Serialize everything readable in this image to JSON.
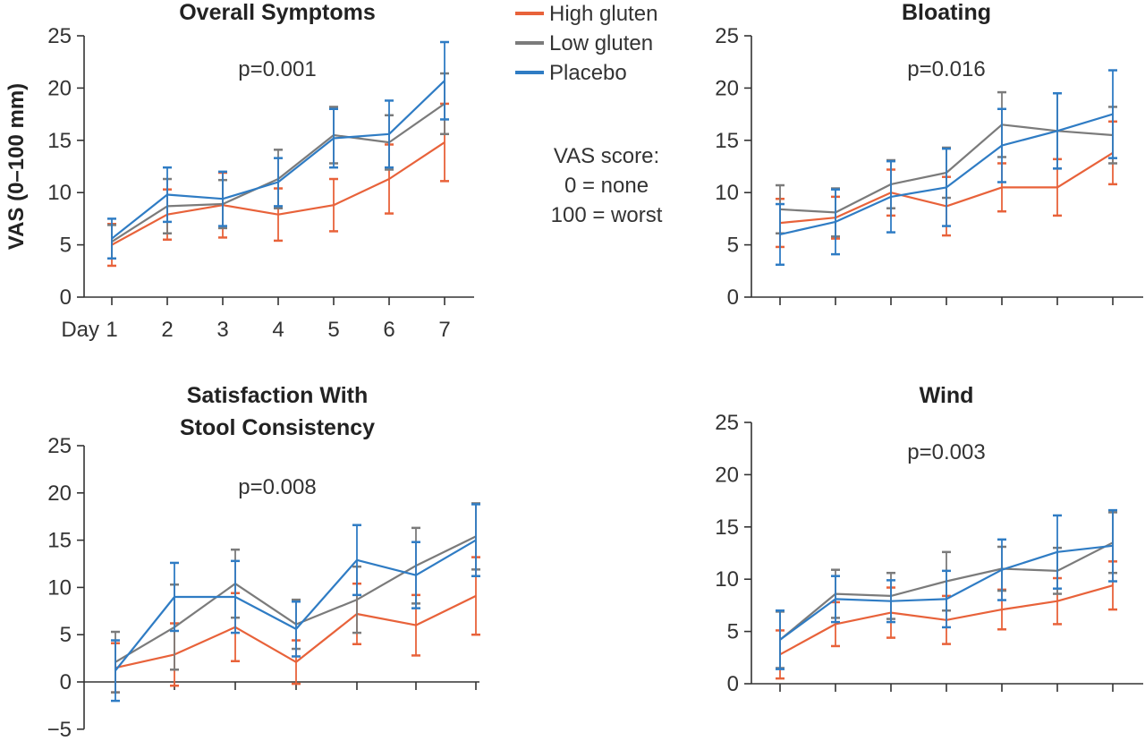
{
  "legend": [
    {
      "name": "High gluten",
      "color": "#e8623a"
    },
    {
      "name": "Low gluten",
      "color": "#7b7b7b"
    },
    {
      "name": "Placebo",
      "color": "#2f7cc4"
    }
  ],
  "y_axis_title": "VAS (0–100 mm)",
  "x_axis_prefix": "Day",
  "note": [
    "VAS score:",
    "0 = none",
    "100 = worst"
  ],
  "chart_data": [
    {
      "type": "line",
      "title": "Overall Symptoms",
      "pvalue": "p=0.001",
      "ylim": [
        0,
        25
      ],
      "yticks": [
        0,
        5,
        10,
        15,
        20,
        25
      ],
      "x": [
        1,
        2,
        3,
        4,
        5,
        6,
        7
      ],
      "xtick_labels": [
        "1",
        "2",
        "3",
        "4",
        "5",
        "6",
        "7"
      ],
      "series": [
        {
          "name": "High gluten",
          "values": [
            5.0,
            7.9,
            8.8,
            7.9,
            8.8,
            11.3,
            14.8
          ],
          "errors": [
            2.0,
            2.4,
            3.1,
            2.5,
            2.5,
            3.3,
            3.7
          ]
        },
        {
          "name": "Low gluten",
          "values": [
            5.3,
            8.7,
            8.9,
            11.3,
            15.5,
            14.8,
            18.5
          ],
          "errors": [
            1.6,
            2.6,
            2.3,
            2.8,
            2.7,
            2.6,
            2.9
          ]
        },
        {
          "name": "Placebo",
          "values": [
            5.6,
            9.8,
            9.4,
            11.0,
            15.2,
            15.6,
            20.7
          ],
          "errors": [
            1.9,
            2.6,
            2.6,
            2.3,
            2.8,
            3.2,
            3.7
          ]
        }
      ]
    },
    {
      "type": "line",
      "title": "Bloating",
      "pvalue": "p=0.016",
      "ylim": [
        0,
        25
      ],
      "yticks": [
        0,
        5,
        10,
        15,
        20,
        25
      ],
      "x": [
        1,
        2,
        3,
        4,
        5,
        6,
        7
      ],
      "series": [
        {
          "name": "High gluten",
          "values": [
            7.1,
            7.6,
            10.0,
            8.7,
            10.5,
            10.5,
            13.8
          ],
          "errors": [
            2.3,
            2.0,
            2.2,
            2.8,
            2.3,
            2.7,
            3.0
          ]
        },
        {
          "name": "Low gluten",
          "values": [
            8.4,
            8.1,
            10.8,
            11.9,
            16.5,
            15.9,
            15.5
          ],
          "errors": [
            2.3,
            2.3,
            2.3,
            2.4,
            3.1,
            3.6,
            2.7
          ]
        },
        {
          "name": "Placebo",
          "values": [
            6.0,
            7.2,
            9.6,
            10.5,
            14.5,
            15.9,
            17.5
          ],
          "errors": [
            2.9,
            3.1,
            3.4,
            3.7,
            3.5,
            3.6,
            4.2
          ]
        }
      ]
    },
    {
      "type": "line",
      "title": "Satisfaction With Stool Consistency",
      "title_lines": [
        "Satisfaction With",
        "Stool Consistency"
      ],
      "pvalue": "p=0.008",
      "ylim": [
        -5,
        25
      ],
      "yticks": [
        -5,
        0,
        5,
        10,
        15,
        20,
        25
      ],
      "x": [
        1,
        2,
        3,
        4,
        5,
        6,
        7
      ],
      "series": [
        {
          "name": "High gluten",
          "values": [
            1.5,
            2.9,
            5.8,
            2.1,
            7.2,
            6.0,
            9.1
          ],
          "errors": [
            2.6,
            3.3,
            3.6,
            2.3,
            3.2,
            3.2,
            4.1
          ]
        },
        {
          "name": "Low gluten",
          "values": [
            2.1,
            5.8,
            10.4,
            6.1,
            8.7,
            12.3,
            15.4
          ],
          "errors": [
            3.2,
            4.5,
            3.6,
            2.6,
            3.5,
            4.0,
            3.5
          ]
        },
        {
          "name": "Placebo",
          "values": [
            1.2,
            9.0,
            9.0,
            5.6,
            12.9,
            11.3,
            15.0
          ],
          "errors": [
            3.2,
            3.6,
            3.8,
            2.9,
            3.7,
            3.5,
            3.8
          ]
        }
      ]
    },
    {
      "type": "line",
      "title": "Wind",
      "pvalue": "p=0.003",
      "ylim": [
        0,
        25
      ],
      "yticks": [
        0,
        5,
        10,
        15,
        20,
        25
      ],
      "x": [
        1,
        2,
        3,
        4,
        5,
        6,
        7
      ],
      "series": [
        {
          "name": "High gluten",
          "values": [
            2.8,
            5.7,
            6.8,
            6.1,
            7.1,
            7.9,
            9.4
          ],
          "errors": [
            2.3,
            2.1,
            2.4,
            2.3,
            1.9,
            2.2,
            2.3
          ]
        },
        {
          "name": "Low gluten",
          "values": [
            4.2,
            8.6,
            8.4,
            9.8,
            11.0,
            10.8,
            13.5
          ],
          "errors": [
            2.7,
            2.3,
            2.2,
            2.8,
            2.1,
            2.2,
            2.9
          ]
        },
        {
          "name": "Placebo",
          "values": [
            4.2,
            8.1,
            7.9,
            8.1,
            10.9,
            12.6,
            13.2
          ],
          "errors": [
            2.8,
            2.2,
            2.0,
            2.7,
            2.9,
            3.5,
            3.4
          ]
        }
      ]
    }
  ]
}
